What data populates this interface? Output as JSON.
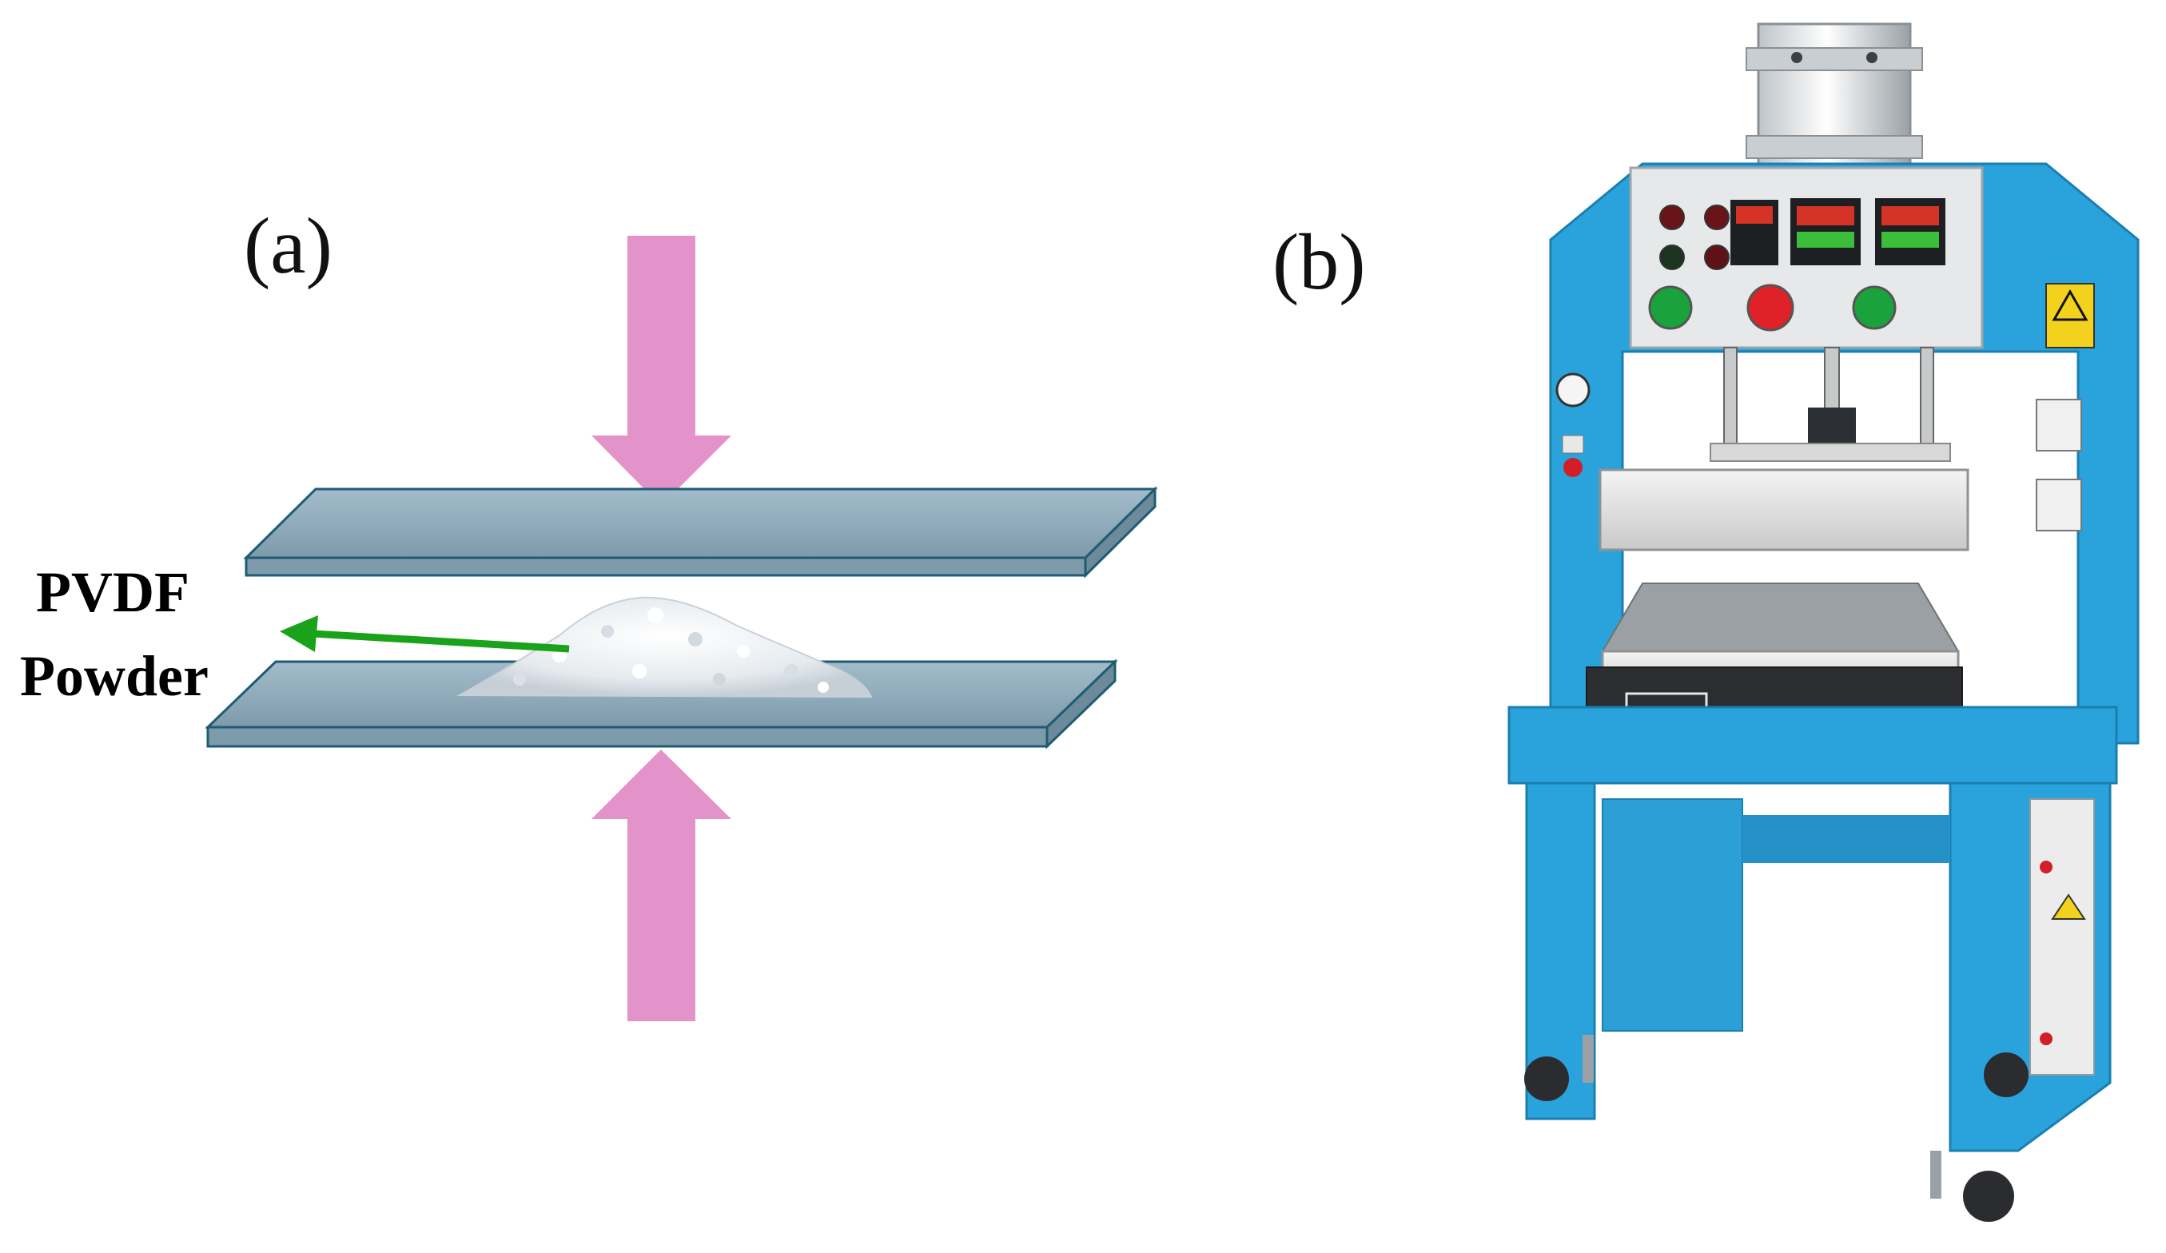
{
  "panels": {
    "a": {
      "label": "(a)"
    },
    "b": {
      "label": "(b)"
    }
  },
  "annotation": {
    "line1": "PVDF",
    "line2": "Powder"
  },
  "colors": {
    "arrow_pressure": "#e393c9",
    "plate_face": "#8fa9b8",
    "plate_edge": "#1f5c73",
    "pointer_arrow": "#1aa31a",
    "machine_frame": "#2aa3dc",
    "powder": "#e9edf1"
  },
  "icons": {
    "press_machine": "hydraulic-heat-press-machine-icon",
    "powder_pile": "powder-pile-icon"
  }
}
